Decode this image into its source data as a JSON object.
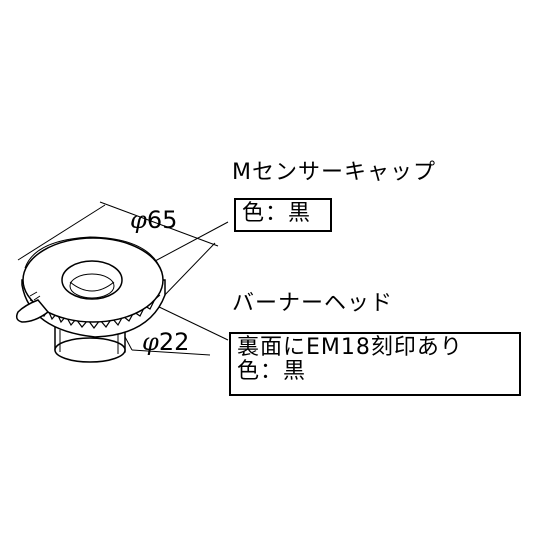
{
  "sensor_cap": {
    "name": "Mセンサーキャップ",
    "color_note": "色：黒"
  },
  "burner_head": {
    "name": "バーナーヘッド",
    "note_line1": "裏面にEM18刻印あり",
    "note_line2": "色：黒"
  },
  "dimensions": {
    "outer_symbol": "φ",
    "outer_value": "65",
    "inner_symbol": "φ",
    "inner_value": "22"
  }
}
